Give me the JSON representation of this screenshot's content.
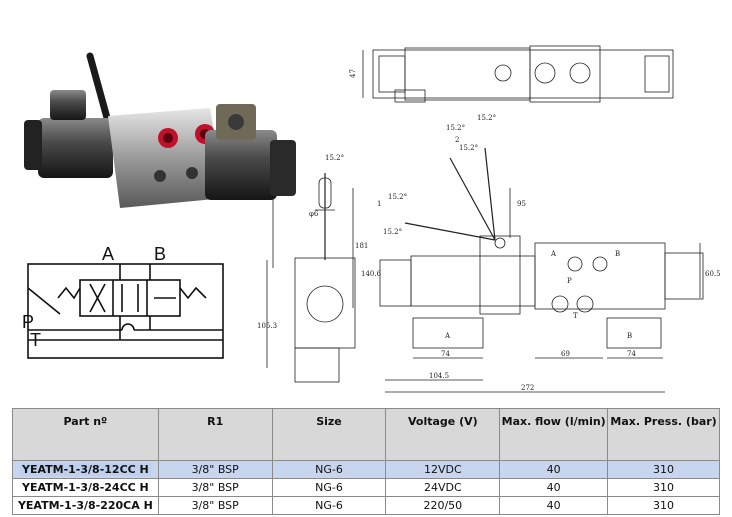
{
  "schematic": {
    "port_a": "A",
    "port_b": "B",
    "port_p": "P",
    "port_t": "T"
  },
  "drawing": {
    "dims": {
      "d47": "47",
      "d15_2a": "15.2°",
      "d15_2b": "15.2°",
      "d15_2c": "15.2°",
      "d15_2d": "15.2°",
      "d15_2e": "15.2°",
      "d15_2f": "15.2°",
      "d95": "95",
      "d181": "181",
      "d140_6": "140.6",
      "d105_3": "105.3",
      "d6": "φ6",
      "d60_5": "60.5",
      "d74a": "74",
      "d104_5": "104.5",
      "d69": "69",
      "d74b": "74",
      "d272": "272"
    },
    "coil_a": "A",
    "coil_b": "B",
    "port_p": "P",
    "port_t": "T",
    "port_a": "A",
    "port_b": "B",
    "pos1": "1",
    "pos2": "2"
  },
  "table": {
    "headers": [
      "Part nº",
      "R1",
      "Size",
      "Voltage (V)",
      "Max. flow (l/min)",
      "Max. Press. (bar)"
    ],
    "rows": [
      [
        "YEATM-1-3/8-12CC H",
        "3/8\" BSP",
        "NG-6",
        "12VDC",
        "40",
        "310"
      ],
      [
        "YEATM-1-3/8-24CC H",
        "3/8\" BSP",
        "NG-6",
        "24VDC",
        "40",
        "310"
      ],
      [
        "YEATM-1-3/8-220CA H",
        "3/8\" BSP",
        "NG-6",
        "220/50",
        "40",
        "310"
      ]
    ]
  }
}
